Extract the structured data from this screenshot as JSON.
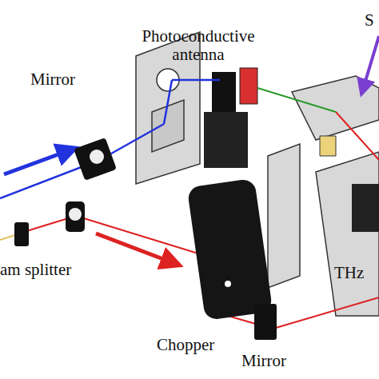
{
  "diagram": {
    "labels": [
      "Photoconductive antenna",
      "S",
      "Mirror",
      "am splitter",
      "Chopper",
      "THz",
      "Mirror"
    ]
  }
}
